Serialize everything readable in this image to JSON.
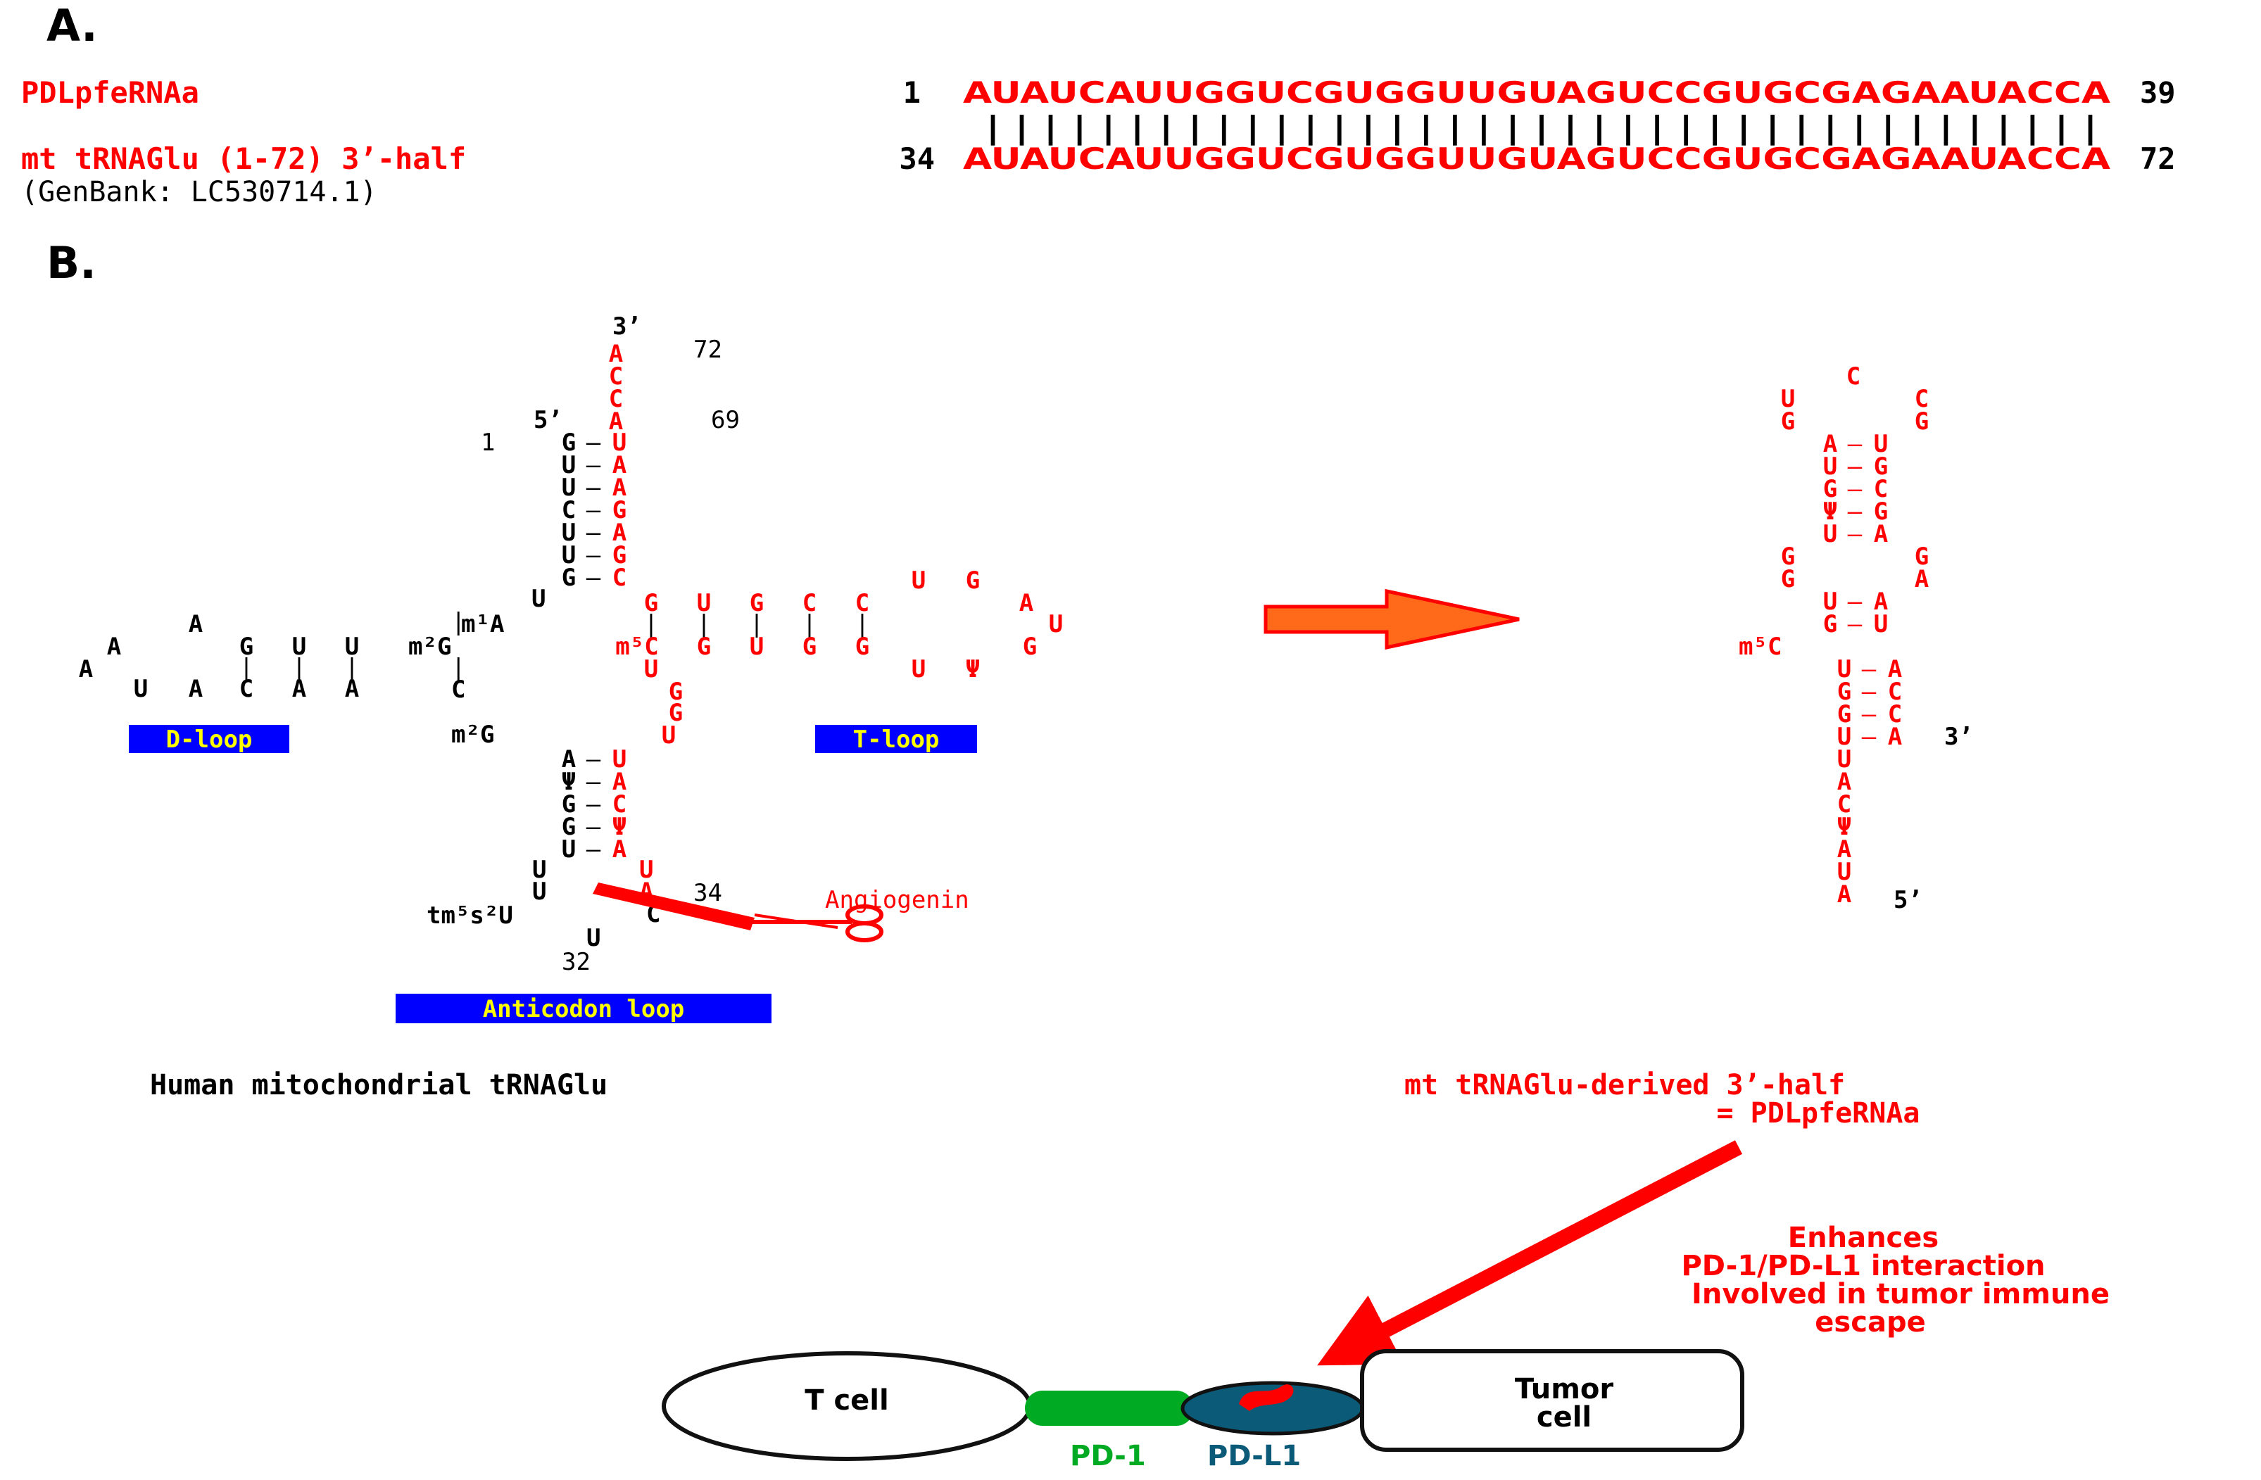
{
  "panel_a": {
    "label": "A.",
    "seq1_name": "PDLpfeRNAa",
    "seq2_name": "mt tRNAGlu (1-72) 3’-half",
    "genbank": "(GenBank: LC530714.1)",
    "seq1_start": "1",
    "seq1": "AUAUCAUUGGUCGUGGUUGUAGUCCGUGCGAGAAUACCA",
    "seq1_end": "39",
    "pairing": "|||||||||||||||||||||||||||||||||||||||",
    "seq2_start": "34",
    "seq2": "AUAUCAUUGGUCGUGGUUGUAGUCCGUGCGAGAAUACCA",
    "seq2_end": "72"
  },
  "panel_b": {
    "label": "B.",
    "trna": {
      "three_prime": "3’",
      "n72": "72",
      "five_prime": "5’",
      "n69": "69",
      "n1": "1",
      "acceptor_tail": [
        "A",
        "C",
        "C",
        "A"
      ],
      "acceptor_5": [
        "G",
        "U",
        "U",
        "C",
        "U",
        "U",
        "G"
      ],
      "acceptor_3": [
        "U",
        "A",
        "A",
        "G",
        "A",
        "G",
        "C"
      ],
      "u8": "U",
      "m1a": "m¹A",
      "m2g_top": "m²G",
      "c_bottom": "C",
      "m2g_bottom": "m²G",
      "d_loop": {
        "stem_top": [
          "G",
          "U",
          "U"
        ],
        "stem_bottom": [
          "C",
          "A",
          "A"
        ],
        "loop_left": [
          "A",
          "A",
          "A"
        ],
        "loop_bottom": [
          "U",
          "A"
        ]
      },
      "t_arm": {
        "stem_top": [
          "G",
          "U",
          "G",
          "C",
          "C"
        ],
        "stem_bottom": [
          "m⁵C",
          "G",
          "U",
          "G",
          "G"
        ],
        "loop_top": [
          "U",
          "G"
        ],
        "loop_right": [
          "A",
          "U",
          "G"
        ],
        "loop_bottom": [
          "U",
          "Ψ"
        ]
      },
      "variable": [
        "U",
        "G",
        "G",
        "U"
      ],
      "anticodon_5": [
        "A",
        "Ψ",
        "G",
        "G",
        "U"
      ],
      "anticodon_3": [
        "U",
        "A",
        "C",
        "Ψ",
        "A"
      ],
      "ac_loop_left": [
        "U",
        "U"
      ],
      "ac_loop_right": [
        "U",
        "A"
      ],
      "ac_loop_c": "C",
      "ac_loop_bottom": "U",
      "tm5s2u": "tm⁵s²U",
      "n34": "34",
      "n32": "32",
      "angiogenin": "Angiogenin",
      "d_loop_label": "D-loop",
      "t_loop_label": "T-loop",
      "anticodon_label": "Anticodon loop",
      "caption": "Human mitochondrial tRNAGlu"
    },
    "half": {
      "loop": [
        "C",
        "U",
        "C",
        "G",
        "G"
      ],
      "stem1_left": [
        "A",
        "U",
        "G",
        "Ψ",
        "U"
      ],
      "stem1_right": [
        "U",
        "G",
        "C",
        "G",
        "A"
      ],
      "bulge_left": [
        "G",
        "G"
      ],
      "bulge_right": [
        "G",
        "A"
      ],
      "stem2_left": [
        "U",
        "G"
      ],
      "stem2_right": [
        "A",
        "U"
      ],
      "m5c": "m⁵C",
      "stem3_left": [
        "U",
        "G",
        "G",
        "U"
      ],
      "stem3_right": [
        "A",
        "C",
        "C",
        "A"
      ],
      "tail": [
        "U",
        "A",
        "C",
        "Ψ",
        "A",
        "U",
        "A"
      ],
      "three_prime": "3’",
      "five_prime": "5’",
      "caption_line1": "mt tRNAGlu-derived 3’-half",
      "caption_line2": "= PDLpfeRNAa"
    },
    "interaction": {
      "effect_lines": [
        "Enhances",
        "PD-1/PD-L1 interaction",
        "Involved in tumor immune",
        "escape"
      ],
      "t_cell": "T cell",
      "tumor_line1": "Tumor",
      "tumor_line2": "cell",
      "pd1": "PD-1",
      "pdl1": "PD-L1"
    }
  },
  "colors": {
    "red": "#ff0000",
    "black": "#000000",
    "label_bg": "#0000ff",
    "label_fg": "#ffff00",
    "pd1": "#00aa22",
    "pdl1": "#0a5a78",
    "arrow_fill": "#ff6a1a"
  }
}
